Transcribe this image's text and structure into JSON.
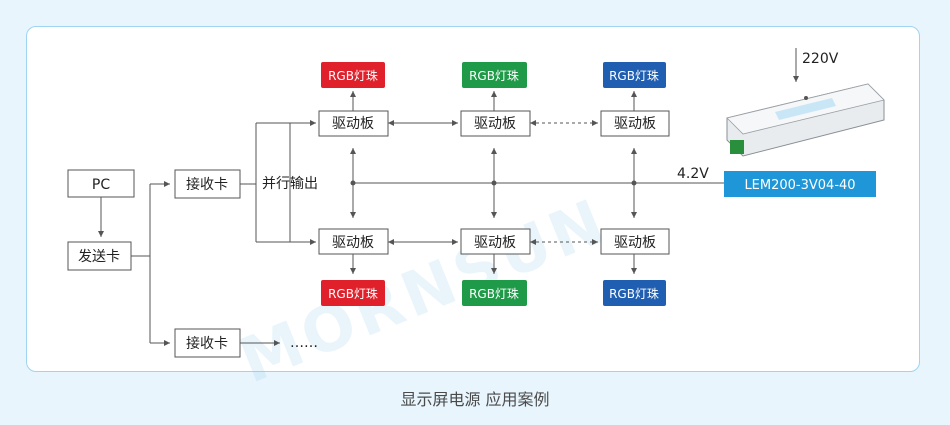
{
  "watermark": "MORNSUN",
  "nodes": {
    "pc": "PC",
    "sender": "发送卡",
    "receiver_1": "接收卡",
    "receiver_2": "接收卡",
    "parallel_output": "并行输出",
    "ellipsis": "……",
    "driver": "驱动板",
    "led": "RGB灯珠"
  },
  "power": {
    "input_voltage": "220V",
    "output_voltage": "4.2V",
    "model": "LEM200-3V04-40"
  },
  "caption": "显示屏电源 应用案例",
  "colors": {
    "red": "#e0202b",
    "green": "#1f9a48",
    "blue": "#1f5eb0",
    "model_label": "#1e96d8",
    "panel_border": "#9fd4f2",
    "background": "#e8f5fd"
  }
}
